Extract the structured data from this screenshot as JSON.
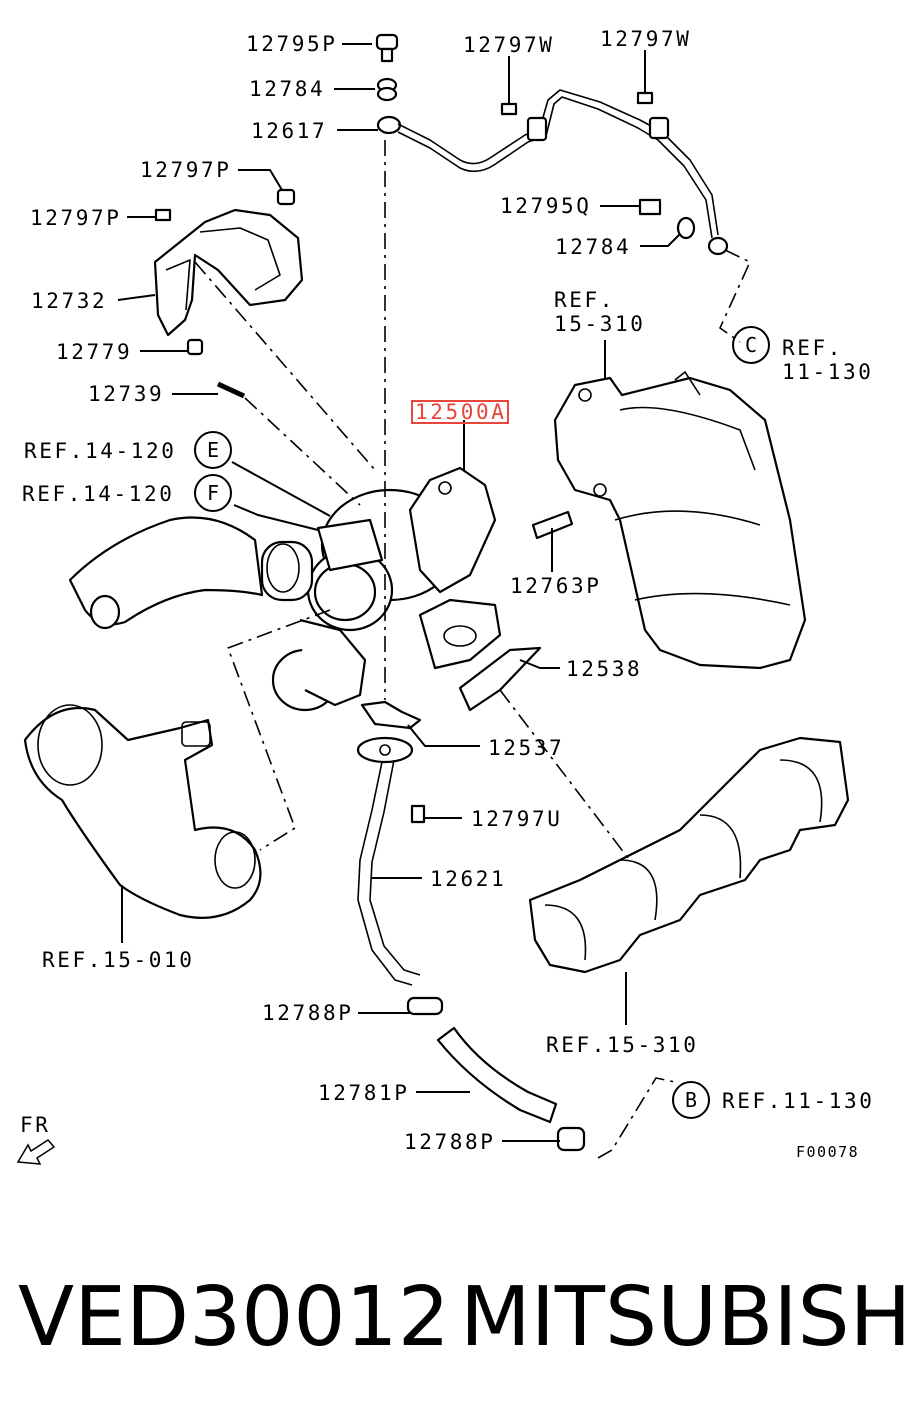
{
  "diagram": {
    "part_labels": [
      "12795P",
      "12784",
      "12617",
      "12797W",
      "12797W",
      "12797P",
      "12797P",
      "12795Q",
      "12784",
      "12732",
      "12779",
      "12739",
      "12763P",
      "12538",
      "12537",
      "12797U",
      "12621",
      "12788P",
      "12781P",
      "12788P"
    ],
    "highlight_label": "12500A",
    "highlight_color": "#e8453c",
    "refs": {
      "r15_310_top_a": "REF.",
      "r15_310_top_b": "15-310",
      "r11_130_c_a": "REF.",
      "r11_130_c_b": "11-130",
      "r14_120_e": "REF.14-120",
      "r14_120_f": "REF.14-120",
      "r15_010": "REF.15-010",
      "r15_310_bottom": "REF.15-310",
      "r11_130_b": "REF.11-130"
    },
    "circle_markers": {
      "c": "C",
      "e": "E",
      "f": "F",
      "b": "B"
    },
    "fr_label": "FR",
    "figure_code": "F00078"
  },
  "caption": {
    "part_number": "VED30012",
    "brand": "MITSUBISHI"
  }
}
